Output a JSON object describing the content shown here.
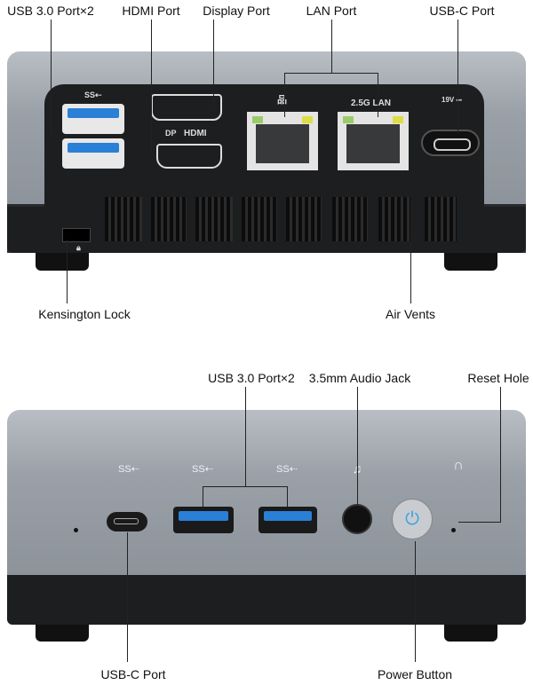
{
  "top_view": {
    "labels": {
      "usb": "USB 3.0 Port×2",
      "hdmi": "HDMI Port",
      "dp": "Display Port",
      "lan": "LAN Port",
      "usbc": "USB-C Port",
      "kensington": "Kensington Lock",
      "vents": "Air Vents"
    },
    "panel_text": {
      "ss": "SS⇠",
      "dp": "DP",
      "hdmi": "HDMI",
      "lan25": "2.5G LAN",
      "dc": "19V ⎓"
    }
  },
  "front_view": {
    "labels": {
      "usb": "USB 3.0 Port×2",
      "audio": "3.5mm Audio Jack",
      "reset": "Reset Hole",
      "usbc": "USB-C Port",
      "power": "Power Button"
    },
    "panel_text": {
      "ssc": "SS⇠",
      "ss1": "SS⇠",
      "ss2": "SS⇠"
    }
  },
  "colors": {
    "usb_blue": "#2a7fd6",
    "power_blue": "#3aa0e0",
    "silver": "#9aa0a7",
    "black": "#1d1e20"
  }
}
